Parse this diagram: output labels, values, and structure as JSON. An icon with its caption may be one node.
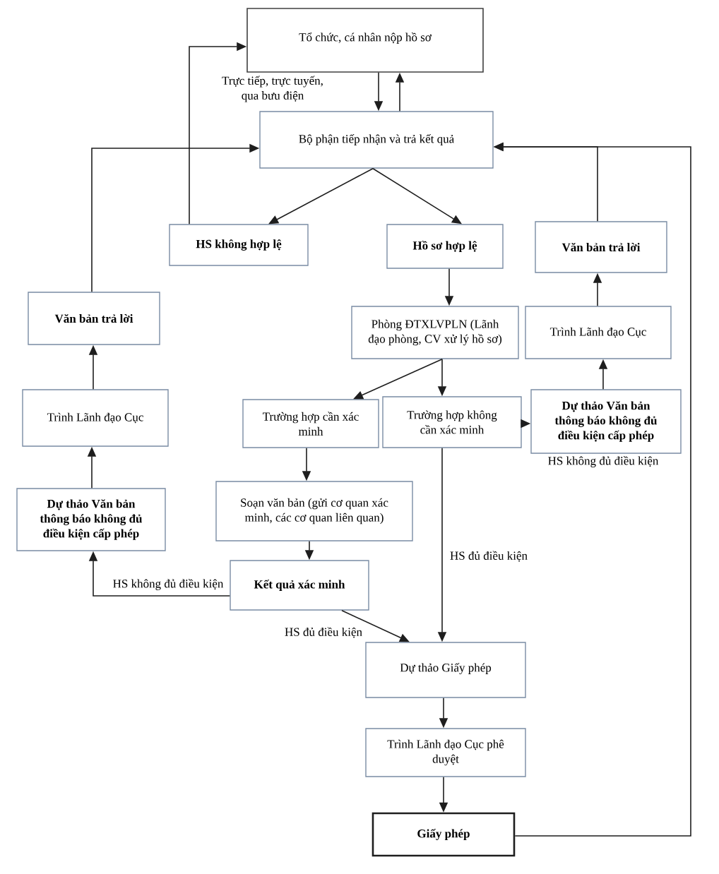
{
  "diagram": {
    "nodes": [
      {
        "text": [
          "Tổ chức, cá nhân nộp hồ sơ"
        ]
      },
      {
        "text": [
          "Bộ phận tiếp nhận và trả kết quả"
        ]
      },
      {
        "text": [
          "HS không hợp lệ"
        ]
      },
      {
        "text": [
          "Hồ sơ hợp lệ"
        ]
      },
      {
        "text": [
          "Văn bản trả lời"
        ]
      },
      {
        "text": [
          "Văn bản trả lời"
        ]
      },
      {
        "text": [
          "Phòng ĐTXLVPLN (Lãnh đạo phòng, CV xử lý hồ sơ)"
        ]
      },
      {
        "text": [
          "Trình Lãnh đạo Cục"
        ]
      },
      {
        "text": [
          "Trình Lãnh đạo Cục"
        ]
      },
      {
        "text": [
          "Trường hợp cần xác minh"
        ]
      },
      {
        "text": [
          "Trường hợp không cần xác minh"
        ]
      },
      {
        "text": [
          "Dự thảo Văn bản thông báo không đủ điều kiện cấp phép"
        ],
        "beside": [
          "HS không đủ điều kiện"
        ]
      },
      {
        "text": [
          "Dự thảo Văn bản thông báo không đủ điều kiện cấp phép"
        ]
      },
      {
        "text": [
          "Soạn văn bản (gửi cơ quan xác minh, các cơ quan liên quan)"
        ]
      },
      {
        "text": [
          "Kết quả xác minh"
        ]
      },
      {
        "text": [
          "Dự thảo Giấy phép"
        ]
      },
      {
        "text": [
          "Trình Lãnh đạo Cục phê duyệt"
        ]
      },
      {
        "text": [
          "Giấy phép"
        ]
      }
    ],
    "edges": [
      {
        "from": 0,
        "to": 1,
        "arrow": "to",
        "label": "Trực tiếp, trực tuyến, qua bưu điện"
      },
      {
        "from": 1,
        "to": 0,
        "arrow": "to"
      },
      {
        "from": 1,
        "to": 2,
        "arrow": "to"
      },
      {
        "from": 1,
        "to": 3,
        "arrow": "to"
      },
      {
        "from": 2,
        "to": 0,
        "arrow": "to"
      },
      {
        "from": 5,
        "to": 1,
        "arrow": "to"
      },
      {
        "from": 4,
        "to": 1,
        "arrow": "to"
      },
      {
        "from": 17,
        "to": 1,
        "arrow": "to"
      },
      {
        "from": 3,
        "to": 6,
        "arrow": "to"
      },
      {
        "from": 6,
        "to": 9,
        "arrow": "to"
      },
      {
        "from": 6,
        "to": 10,
        "arrow": "to"
      },
      {
        "from": 10,
        "to": 11,
        "arrow": "to"
      },
      {
        "from": 11,
        "to": 7,
        "arrow": "to"
      },
      {
        "from": 7,
        "to": 4,
        "arrow": "to"
      },
      {
        "from": 9,
        "to": 13,
        "arrow": "to"
      },
      {
        "from": 13,
        "to": 14,
        "arrow": "to"
      },
      {
        "from": 14,
        "to": 12,
        "arrow": "to",
        "label": "HS không đủ điều kiện"
      },
      {
        "from": 12,
        "to": 8,
        "arrow": "to"
      },
      {
        "from": 8,
        "to": 5,
        "arrow": "to"
      },
      {
        "from": 14,
        "to": 15,
        "arrow": "to",
        "label": "HS đủ điều kiện"
      },
      {
        "from": 10,
        "to": 15,
        "arrow": "to",
        "label": "HS đủ điều kiện"
      },
      {
        "from": 15,
        "to": 16,
        "arrow": "to"
      },
      {
        "from": 16,
        "to": 17,
        "arrow": "to"
      }
    ]
  }
}
